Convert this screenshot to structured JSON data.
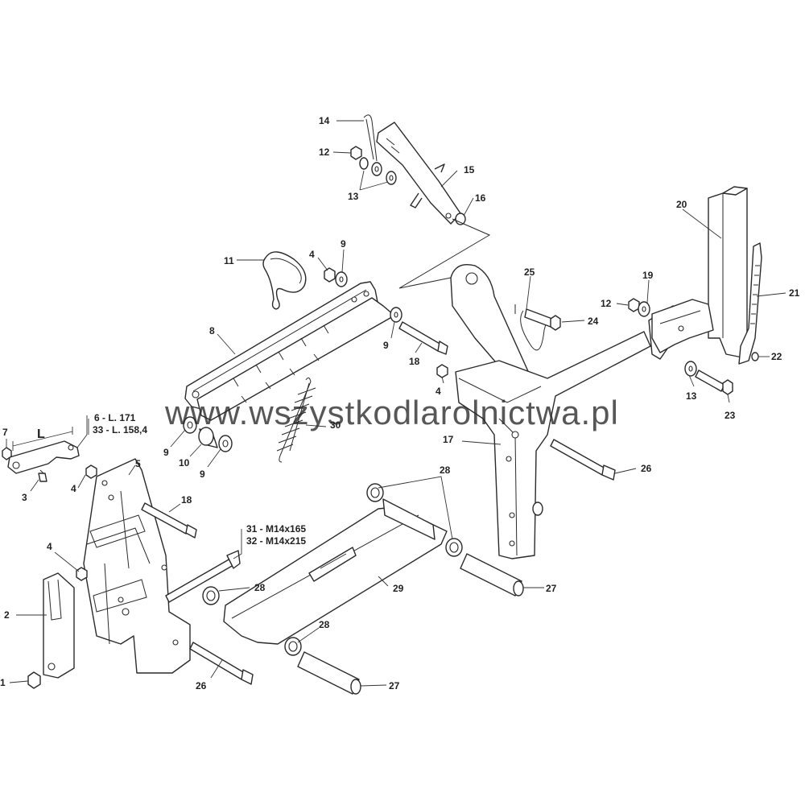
{
  "callouts": {
    "c1": "1",
    "c2": "2",
    "c3": "3",
    "c4a": "4",
    "c4b": "4",
    "c4c": "4",
    "c4d": "4",
    "c5": "5",
    "c7": "7",
    "c8": "8",
    "c9a": "9",
    "c9b": "9",
    "c9c": "9",
    "c9d": "9",
    "c10": "10",
    "c11": "11",
    "c12a": "12",
    "c12b": "12",
    "c13a": "13",
    "c13b": "13",
    "c14": "14",
    "c15": "15",
    "c16": "16",
    "c17": "17",
    "c18a": "18",
    "c18b": "18",
    "c19": "19",
    "c20": "20",
    "c21": "21",
    "c22": "22",
    "c23": "23",
    "c24": "24",
    "c25": "25",
    "c26a": "26",
    "c26b": "26",
    "c27a": "27",
    "c27b": "27",
    "c28a": "28",
    "c28b": "28",
    "c28c": "28",
    "c29": "29",
    "c30": "30"
  },
  "notes": {
    "length_6": "6  - L. 171",
    "length_33": "33 - L. 158,4",
    "dimension_L": "L",
    "bolt_31": "31 - M14x165",
    "bolt_32": "32 - M14x215"
  },
  "watermark": "www.wszystkodlarolnictwa.pl",
  "colors": {
    "line": "#2a2a2a",
    "background": "#ffffff"
  }
}
